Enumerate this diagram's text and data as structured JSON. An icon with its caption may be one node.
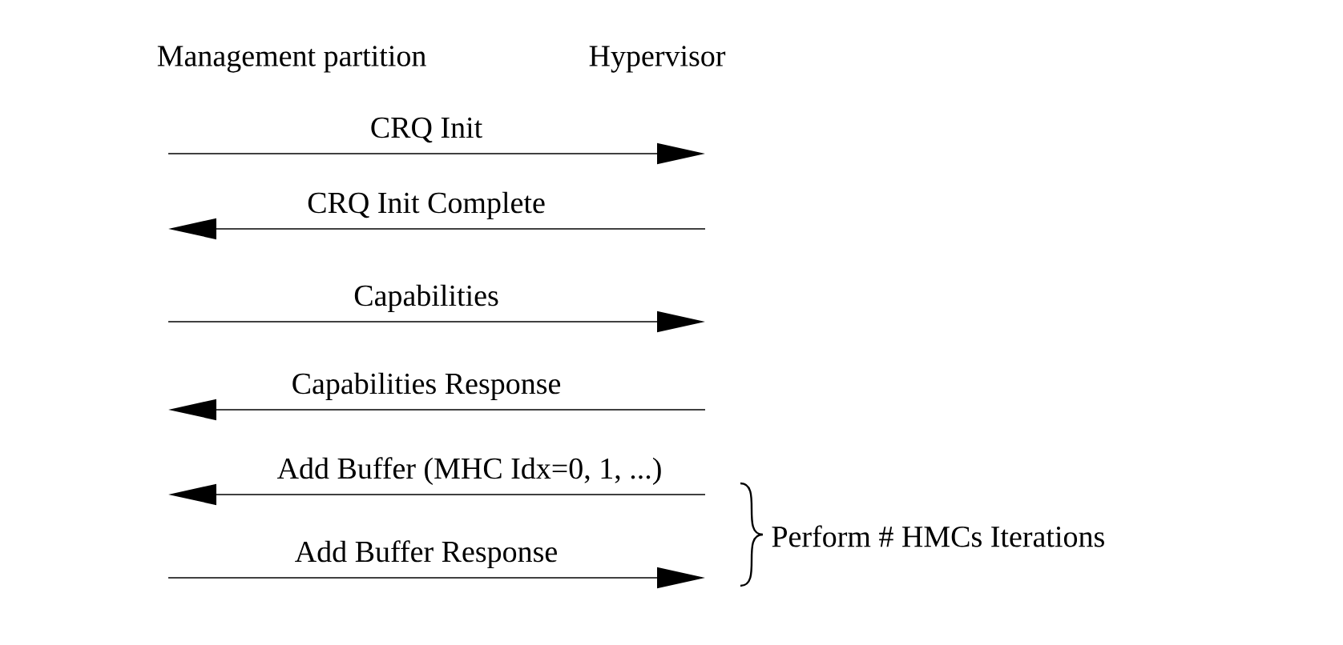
{
  "diagram": {
    "nodes": [
      {
        "text": [
          "Management partition"
        ]
      },
      {
        "text": [
          "Hypervisor"
        ]
      }
    ],
    "labels": [
      "CRQ Init",
      "CRQ Init Complete",
      "Capabilities",
      "Capabilities Response",
      "Add Buffer (MHC Idx=0, 1, ...)",
      "Add Buffer Response",
      "Perform # HMCs Iterations"
    ]
  }
}
